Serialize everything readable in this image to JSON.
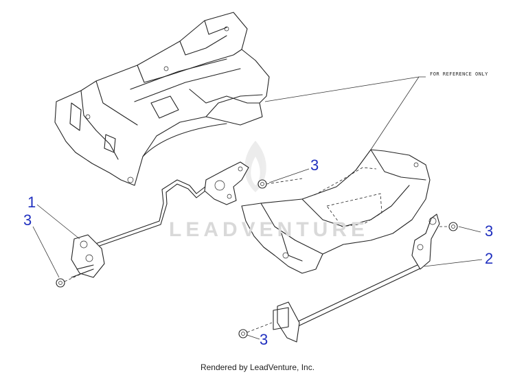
{
  "reference_note": "FOR REFERENCE ONLY",
  "watermark": "LEADVENTURE",
  "footer": "Rendered by LeadVenture, Inc.",
  "callouts": {
    "c1": "1",
    "c2": "2",
    "c3a": "3",
    "c3b": "3",
    "c3c": "3",
    "c3d": "3"
  }
}
